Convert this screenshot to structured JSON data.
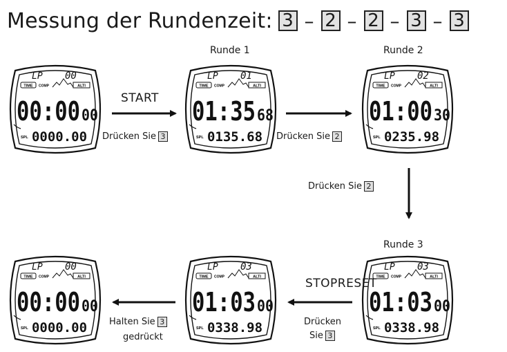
{
  "title": {
    "text": "Messung der Rundenzeit:",
    "sequence": [
      "3",
      "2",
      "2",
      "3",
      "3"
    ],
    "separator": "–"
  },
  "captions": {
    "lap1": "Runde 1",
    "lap2": "Runde 2",
    "lap3": "Runde 3"
  },
  "actions": {
    "start": "START",
    "press_prefix": "Drücken Sie",
    "press1_key": "3",
    "press2_key": "2",
    "press3_key": "2",
    "stopreset": "STOPRESET",
    "press4_line1": "Drücken",
    "press4_line2": "Sie",
    "press4_key": "3",
    "hold_line1": "Halten Sie",
    "hold_key": "3",
    "hold_line2": "gedrückt"
  },
  "watch_labels": {
    "lp": "LP",
    "time": "TIME",
    "comp": "COMP",
    "alti": "ALTI",
    "spl": "SPL"
  },
  "watches": [
    {
      "lap": "00",
      "main": "00:00",
      "sub": "00",
      "bottom": "0000.00"
    },
    {
      "lap": "01",
      "main": "01:35",
      "sub": "68",
      "bottom": "0135.68"
    },
    {
      "lap": "02",
      "main": "01:00",
      "sub": "30",
      "bottom": "0235.98"
    },
    {
      "lap": "03",
      "main": "01:03",
      "sub": "00",
      "bottom": "0338.98"
    },
    {
      "lap": "03",
      "main": "01:03",
      "sub": "00",
      "bottom": "0338.98"
    },
    {
      "lap": "00",
      "main": "00:00",
      "sub": "00",
      "bottom": "0000.00"
    }
  ]
}
